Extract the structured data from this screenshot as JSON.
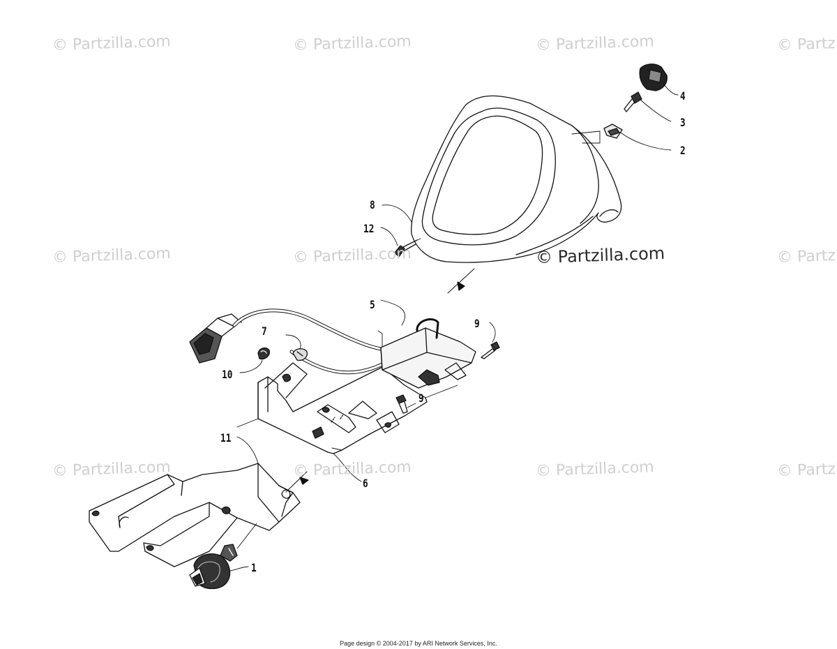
{
  "watermarks": {
    "faint_text": "© Partzilla.com",
    "strong_text": "© Partzilla.com"
  },
  "callouts": [
    {
      "id": "c1",
      "label": "1"
    },
    {
      "id": "c2",
      "label": "2"
    },
    {
      "id": "c3",
      "label": "3"
    },
    {
      "id": "c4",
      "label": "4"
    },
    {
      "id": "c5",
      "label": "5"
    },
    {
      "id": "c6",
      "label": "6"
    },
    {
      "id": "c7",
      "label": "7"
    },
    {
      "id": "c8",
      "label": "8"
    },
    {
      "id": "c9a",
      "label": "9"
    },
    {
      "id": "c9b",
      "label": "9"
    },
    {
      "id": "c10",
      "label": "10"
    },
    {
      "id": "c11",
      "label": "11"
    },
    {
      "id": "c12",
      "label": "12"
    }
  ],
  "footer": {
    "text": "Page design © 2004-2017 by ARI Network Services, Inc."
  }
}
